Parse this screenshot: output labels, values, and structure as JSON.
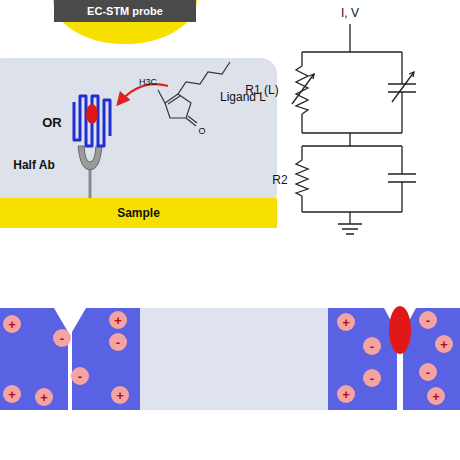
{
  "diagram": {
    "nodes": [
      {
        "text": [
          "EC-STM probe"
        ]
      },
      {
        "text": [
          "Sample"
        ]
      },
      {
        "text": [
          "+"
        ]
      },
      {
        "text": [
          "-"
        ]
      },
      {
        "text": [
          "+"
        ]
      },
      {
        "text": [
          "-"
        ]
      },
      {
        "text": [
          "-"
        ]
      },
      {
        "text": [
          "+"
        ]
      },
      {
        "text": [
          "+"
        ]
      },
      {
        "text": [
          "+"
        ]
      },
      {
        "text": [
          "-"
        ]
      },
      {
        "text": [
          "-"
        ]
      },
      {
        "text": [
          "-"
        ]
      },
      {
        "text": [
          "+"
        ]
      },
      {
        "text": [
          "-"
        ]
      },
      {
        "text": [
          "+"
        ]
      },
      {
        "text": [
          "+"
        ]
      },
      {
        "text": [
          "+"
        ]
      }
    ],
    "labels": [
      "I, V",
      "OR",
      "Ligand L",
      "H3C",
      "O",
      "Half Ab",
      "R1 (L)",
      "R2"
    ]
  }
}
